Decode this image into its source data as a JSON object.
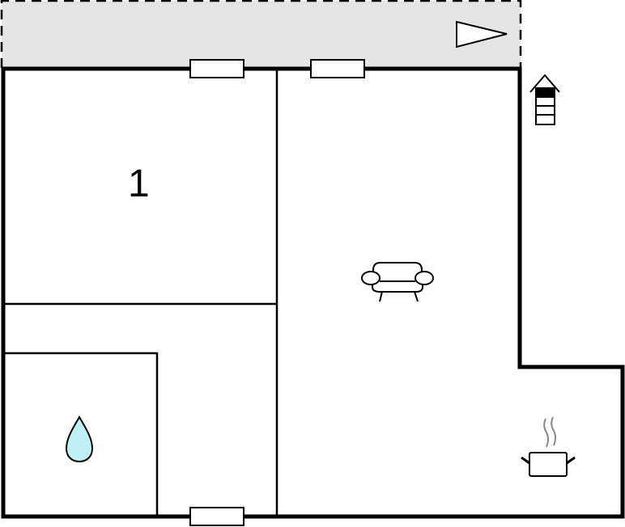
{
  "floorplan": {
    "rooms": [
      {
        "id": "bedroom",
        "label": "1",
        "icon": null
      },
      {
        "id": "bathroom",
        "label": "",
        "icon": "water-drop-icon"
      },
      {
        "id": "hallway",
        "label": "",
        "icon": null
      },
      {
        "id": "living-room",
        "label": "",
        "icon": "sofa-icon"
      },
      {
        "id": "kitchen",
        "label": "",
        "icon": "cooking-pot-icon"
      }
    ],
    "terrace": {
      "label": "",
      "fill": "#e5e5e5",
      "icon": "triangle-marker-icon"
    },
    "stairs": {
      "icon": "stairs-up-icon"
    },
    "colors": {
      "wall": "#000000",
      "terrace": "#e5e5e5",
      "water": "#bff0f5",
      "steam": "#888888"
    }
  }
}
